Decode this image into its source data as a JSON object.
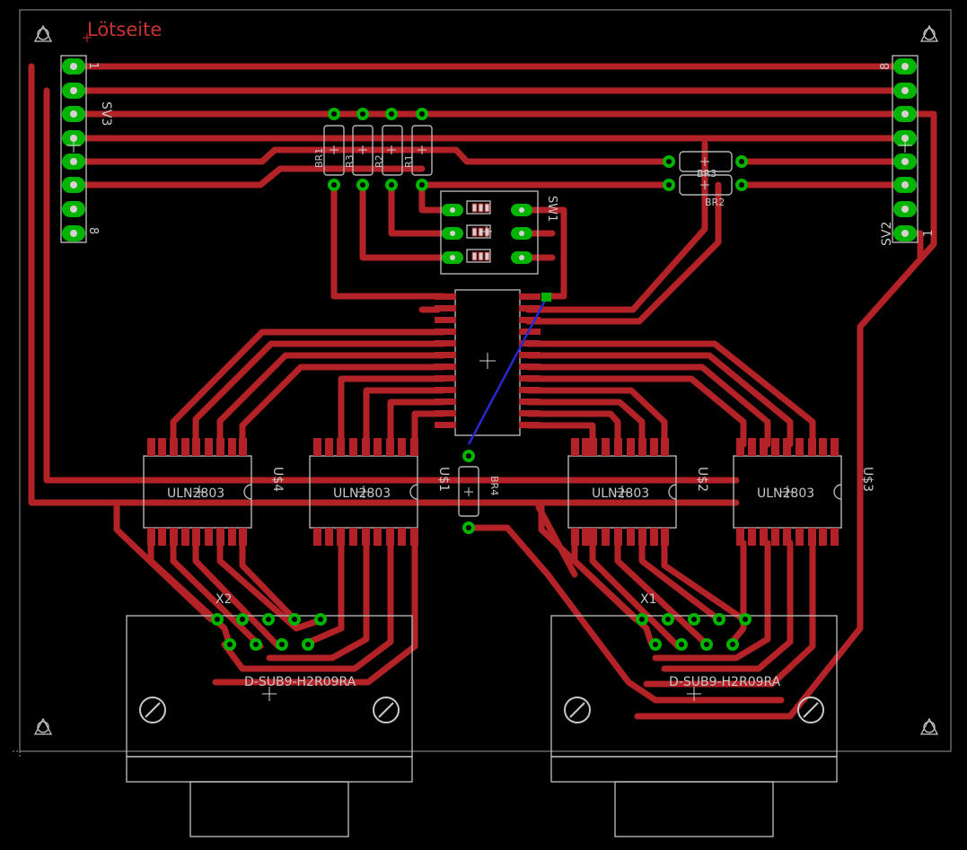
{
  "colors": {
    "background": "#000000",
    "trace": "#b22226",
    "outline": "#b4b4b4",
    "pad": "#00b400",
    "drill": "#d2c8c8",
    "airwire": "#2828d2",
    "title": "#c83232"
  },
  "board": {
    "title": "Lötseite"
  },
  "connectors": {
    "sv3": {
      "name": "SV3",
      "pin_first": "1",
      "pin_last": "8"
    },
    "sv2": {
      "name": "SV2",
      "pin_first": "1",
      "pin_last": "8"
    },
    "x2": {
      "name": "X2",
      "value": "D-SUB9-H2R09RA"
    },
    "x1": {
      "name": "X1",
      "value": "D-SUB9-H2R09RA"
    }
  },
  "resistors": [
    {
      "name": "BR1"
    },
    {
      "name": "R3"
    },
    {
      "name": "R2"
    },
    {
      "name": "R1"
    }
  ],
  "bridges": {
    "br3": "BR3",
    "br2": "BR2",
    "br4": "BR4"
  },
  "switch": {
    "name": "SW1"
  },
  "ics": {
    "u4": {
      "name": "U$4",
      "value": "ULN2803"
    },
    "u1": {
      "name": "U$1",
      "value": "ULN2803"
    },
    "u2": {
      "name": "U$2",
      "value": "ULN2803"
    },
    "u3": {
      "name": "U$3",
      "value": "ULN2803"
    }
  }
}
